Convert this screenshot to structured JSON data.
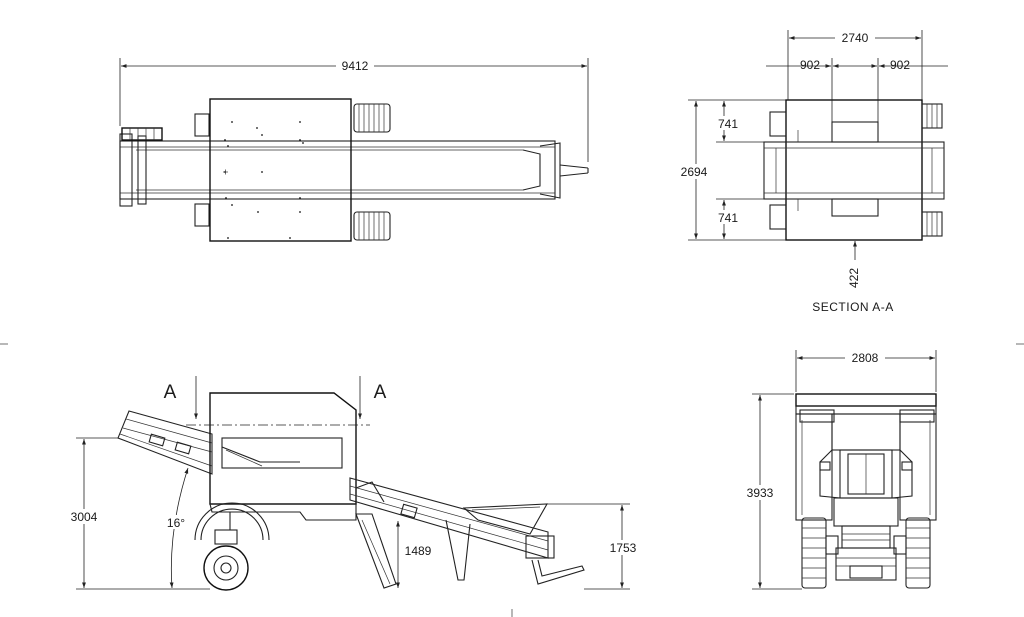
{
  "colors": {
    "line": "#222222",
    "background": "#ffffff"
  },
  "top_view": {
    "overall_length": "9412"
  },
  "section_view": {
    "overall_width": "2740",
    "left_segment": "902",
    "right_segment": "902",
    "height": "2694",
    "top_offset": "741",
    "bottom_offset": "741",
    "center_dim": "422",
    "caption": "SECTION A-A"
  },
  "side_view": {
    "section_mark_left": "A",
    "section_mark_right": "A",
    "discharge_height": "3004",
    "incline_angle": "16°",
    "hopper_height": "1489",
    "feed_height": "1753"
  },
  "end_view": {
    "width": "2808",
    "height": "3933"
  }
}
